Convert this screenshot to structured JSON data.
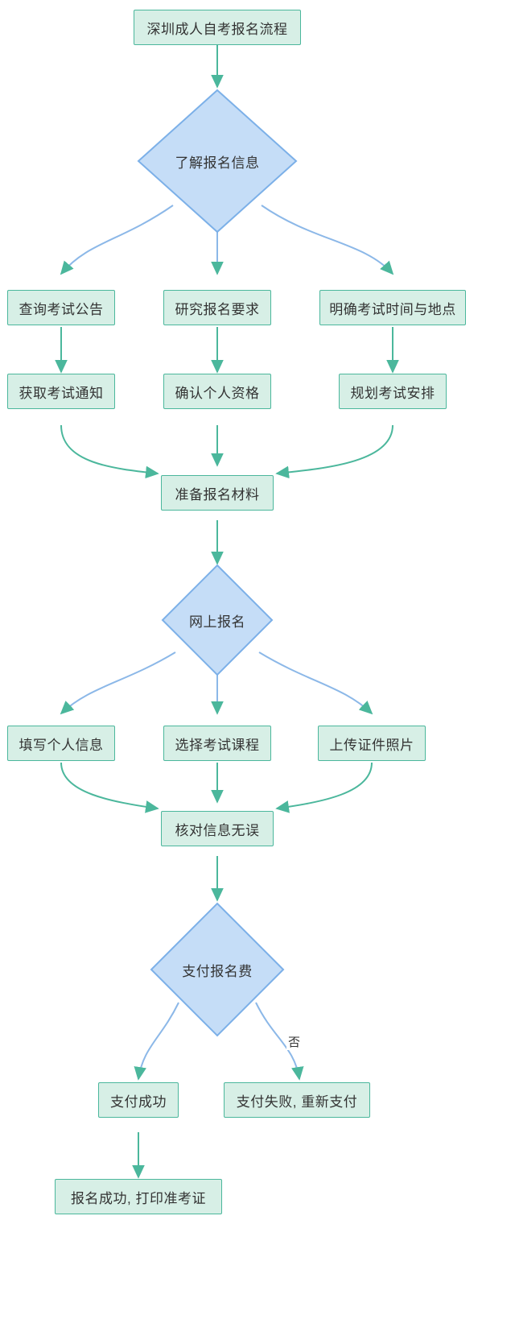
{
  "diagram": {
    "type": "flowchart",
    "title": "深圳成人自考报名流程",
    "direction": "top-down",
    "theme": {
      "process_fill": "#d7efe6",
      "process_stroke": "#4bb79c",
      "decision_fill": "#c5ddf7",
      "decision_stroke": "#7cb0e8",
      "arrow_green": "#4bb79c",
      "link_blue": "#8cb8e8",
      "text_color": "#333333",
      "background": "#ffffff"
    },
    "nodes": [
      {
        "id": "n1",
        "shape": "process",
        "label": "深圳成人自考报名流程"
      },
      {
        "id": "n2",
        "shape": "decision",
        "label": "了解报名信息"
      },
      {
        "id": "n3",
        "shape": "process",
        "label": "查询考试公告"
      },
      {
        "id": "n4",
        "shape": "process",
        "label": "研究报名要求"
      },
      {
        "id": "n5",
        "shape": "process",
        "label": "明确考试时间与地点"
      },
      {
        "id": "n6",
        "shape": "process",
        "label": "获取考试通知"
      },
      {
        "id": "n7",
        "shape": "process",
        "label": "确认个人资格"
      },
      {
        "id": "n8",
        "shape": "process",
        "label": "规划考试安排"
      },
      {
        "id": "n9",
        "shape": "process",
        "label": "准备报名材料"
      },
      {
        "id": "n10",
        "shape": "decision",
        "label": "网上报名"
      },
      {
        "id": "n11",
        "shape": "process",
        "label": "填写个人信息"
      },
      {
        "id": "n12",
        "shape": "process",
        "label": "选择考试课程"
      },
      {
        "id": "n13",
        "shape": "process",
        "label": "上传证件照片"
      },
      {
        "id": "n14",
        "shape": "process",
        "label": "核对信息无误"
      },
      {
        "id": "n15",
        "shape": "decision",
        "label": "支付报名费"
      },
      {
        "id": "n16",
        "shape": "process",
        "label": "支付成功"
      },
      {
        "id": "n17",
        "shape": "process",
        "label": "支付失败, 重新支付"
      },
      {
        "id": "n18",
        "shape": "process",
        "label": "报名成功, 打印准考证"
      }
    ],
    "edges": [
      {
        "from": "n1",
        "to": "n2",
        "label": ""
      },
      {
        "from": "n2",
        "to": "n3",
        "label": ""
      },
      {
        "from": "n2",
        "to": "n4",
        "label": ""
      },
      {
        "from": "n2",
        "to": "n5",
        "label": ""
      },
      {
        "from": "n3",
        "to": "n6",
        "label": ""
      },
      {
        "from": "n4",
        "to": "n7",
        "label": ""
      },
      {
        "from": "n5",
        "to": "n8",
        "label": ""
      },
      {
        "from": "n6",
        "to": "n9",
        "label": ""
      },
      {
        "from": "n7",
        "to": "n9",
        "label": ""
      },
      {
        "from": "n8",
        "to": "n9",
        "label": ""
      },
      {
        "from": "n9",
        "to": "n10",
        "label": ""
      },
      {
        "from": "n10",
        "to": "n11",
        "label": ""
      },
      {
        "from": "n10",
        "to": "n12",
        "label": ""
      },
      {
        "from": "n10",
        "to": "n13",
        "label": ""
      },
      {
        "from": "n11",
        "to": "n14",
        "label": ""
      },
      {
        "from": "n12",
        "to": "n14",
        "label": ""
      },
      {
        "from": "n13",
        "to": "n14",
        "label": ""
      },
      {
        "from": "n14",
        "to": "n15",
        "label": ""
      },
      {
        "from": "n15",
        "to": "n16",
        "label": ""
      },
      {
        "from": "n15",
        "to": "n17",
        "label": "否"
      }
    ],
    "edge_labels": {
      "no": "否"
    }
  }
}
